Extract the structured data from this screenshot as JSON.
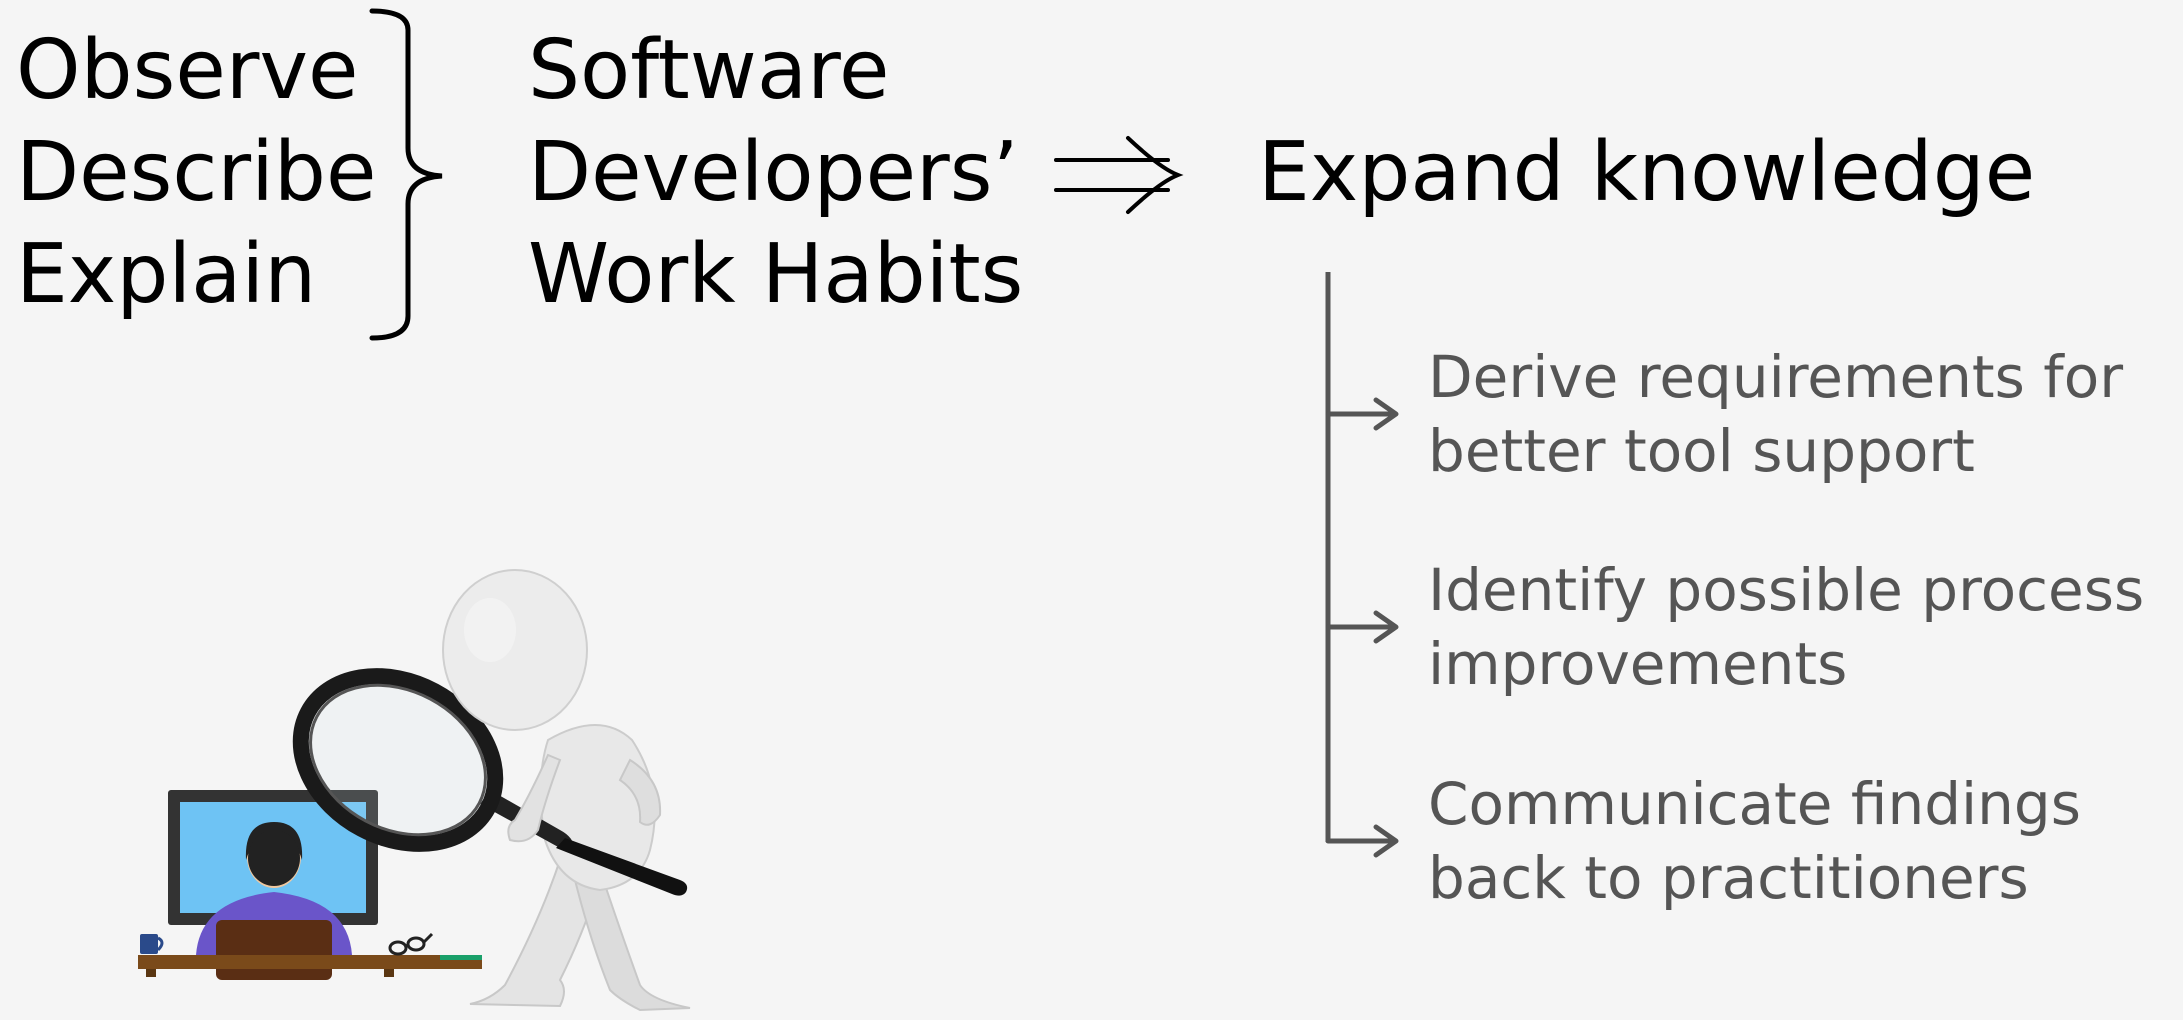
{
  "verbs": [
    "Observe",
    "Describe",
    "Explain"
  ],
  "subject": [
    "Software",
    "Developers’",
    "Work Habits"
  ],
  "goal": "Expand knowledge",
  "outcomes": [
    {
      "line1": "Derive requirements for",
      "line2": "better tool support"
    },
    {
      "line1": "Identify possible process",
      "line2": "improvements"
    },
    {
      "line1": "Communicate findings",
      "line2": "back to practitioners"
    }
  ],
  "colors": {
    "text_primary": "#000000",
    "text_secondary": "#555555",
    "connector": "#555555",
    "background": "#f5f5f5"
  },
  "illustrations": [
    "stick-figure-with-magnifying-glass",
    "developer-at-computer-desk"
  ]
}
